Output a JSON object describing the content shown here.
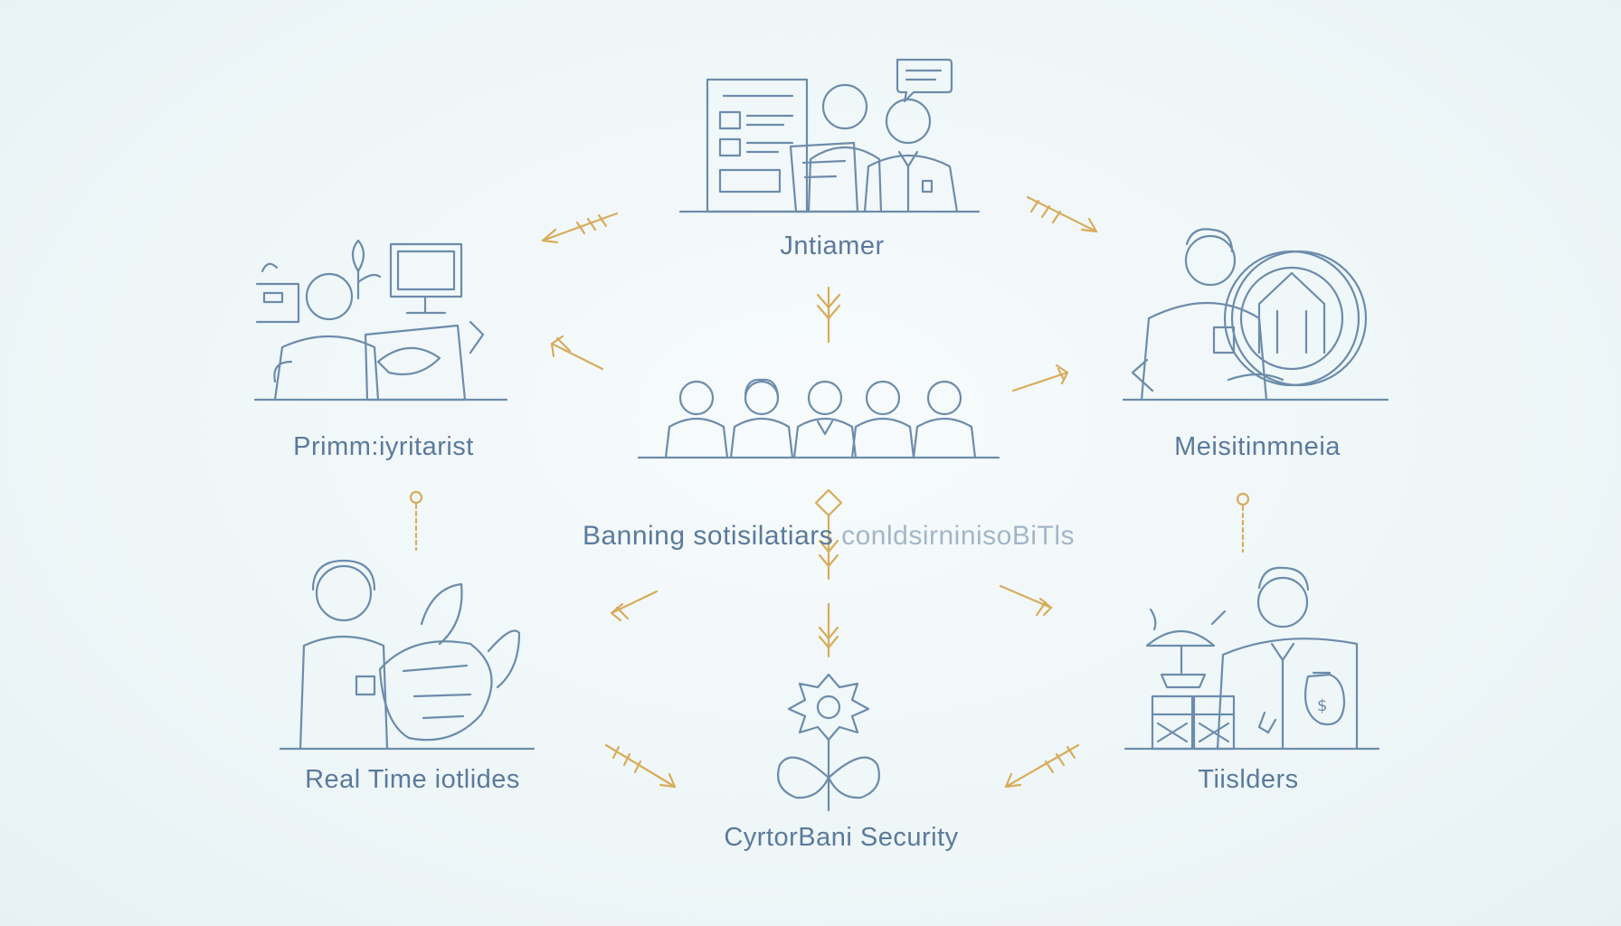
{
  "nodes": {
    "top": {
      "label": "Jntiamer"
    },
    "left": {
      "label": "Primm:iyritarist"
    },
    "right": {
      "label": "Meisitinmneia"
    },
    "center": {
      "label_main": "Banning sotisilatiars",
      "label_faded": "conldsirninisoBiTls"
    },
    "bottom_left": {
      "label": "Real  Time  iotlides"
    },
    "bottom_right": {
      "label": "Tiislders"
    },
    "bottom": {
      "label": "CyrtorBani Security"
    }
  },
  "colors": {
    "line": "#6c8cab",
    "label": "#5b7a9c",
    "arrow_gold": "#d8ac5c",
    "background": "#eef6f8"
  }
}
